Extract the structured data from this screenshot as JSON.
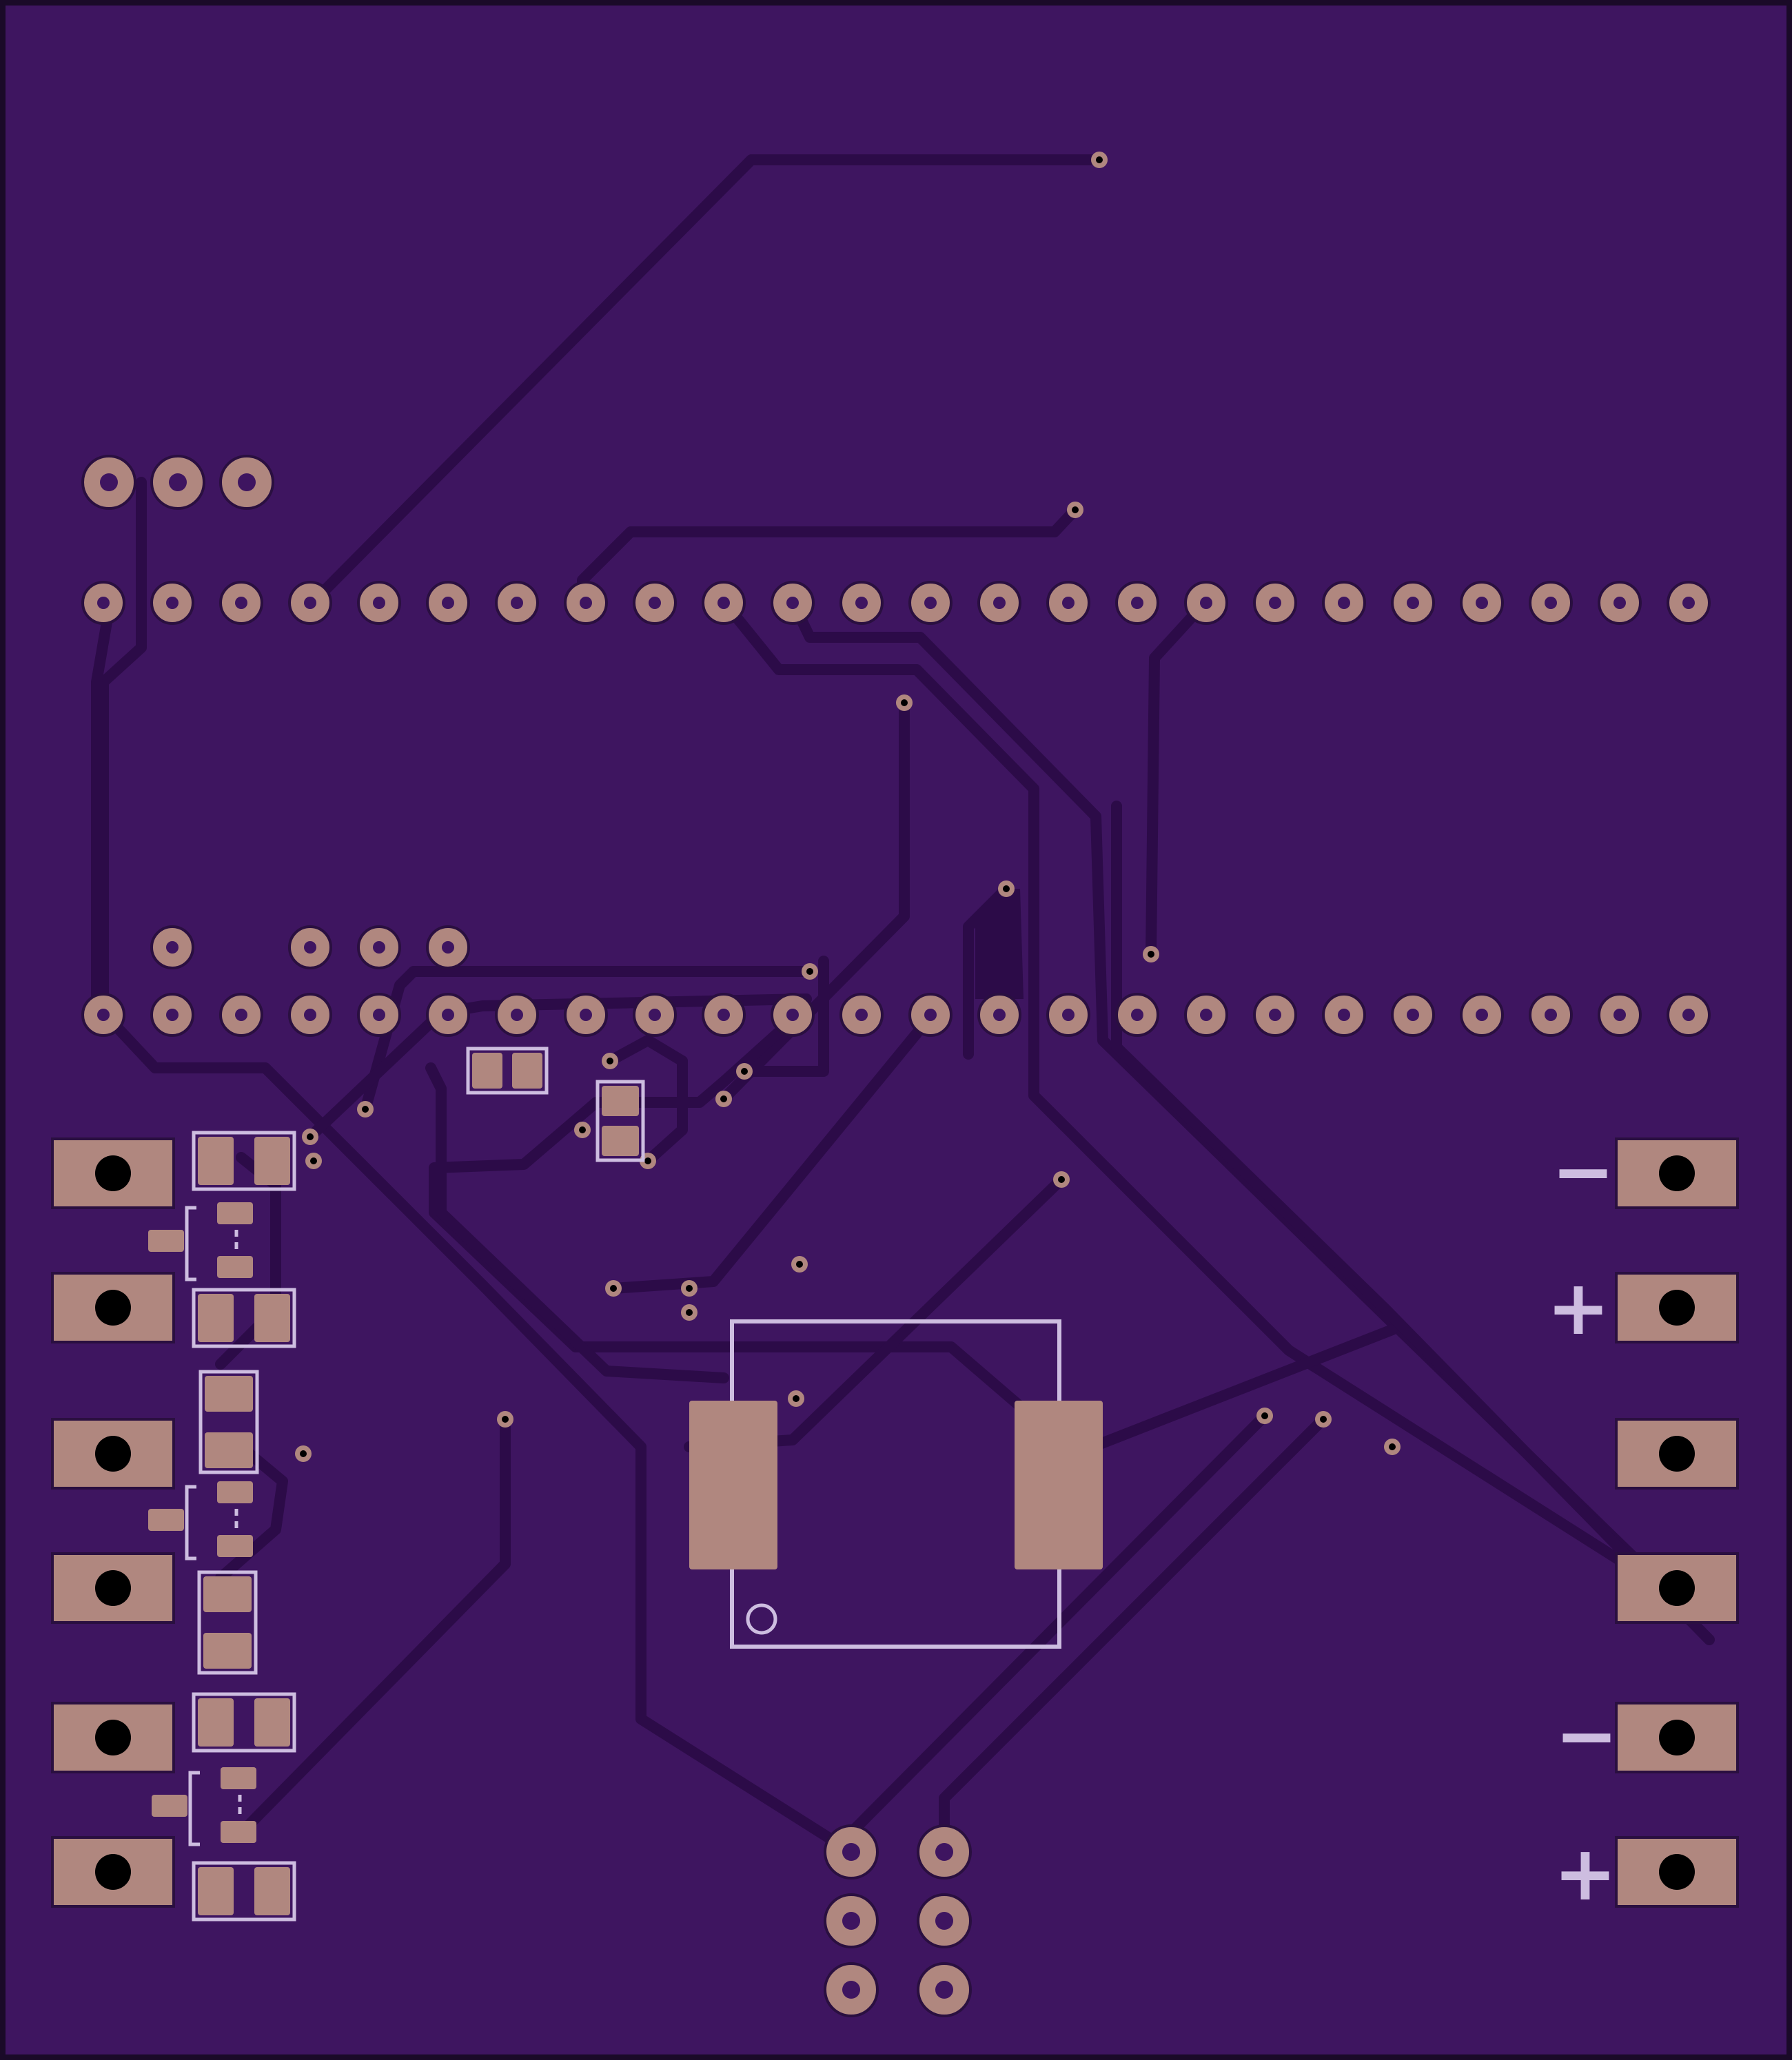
{
  "board": {
    "colors": {
      "substrate": "#3e1560",
      "edge": "#1a0a28",
      "trace": "#2c0b48",
      "copper_pad": "#b0877f",
      "drill": "#000000",
      "silkscreen": "#cdbde0"
    }
  },
  "silkscreen_labels": {
    "minus_top": "−",
    "plus_top": "+",
    "minus_bottom": "−",
    "plus_bottom": "+"
  },
  "components": {
    "top_header_row": {
      "pin_count": 24
    },
    "bottom_header_row": {
      "pin_count": 24
    },
    "left_three_pin": {
      "pin_count": 3
    },
    "left_four_pin": {
      "pin_count": 4
    },
    "left_screw_terminals": {
      "pin_count": 6
    },
    "right_screw_terminals": {
      "pin_count": 6
    },
    "bottom_header_2x3": {
      "pin_count": 6
    },
    "center_module": {
      "pad_count": 2,
      "pin1_marker": "circle"
    }
  }
}
